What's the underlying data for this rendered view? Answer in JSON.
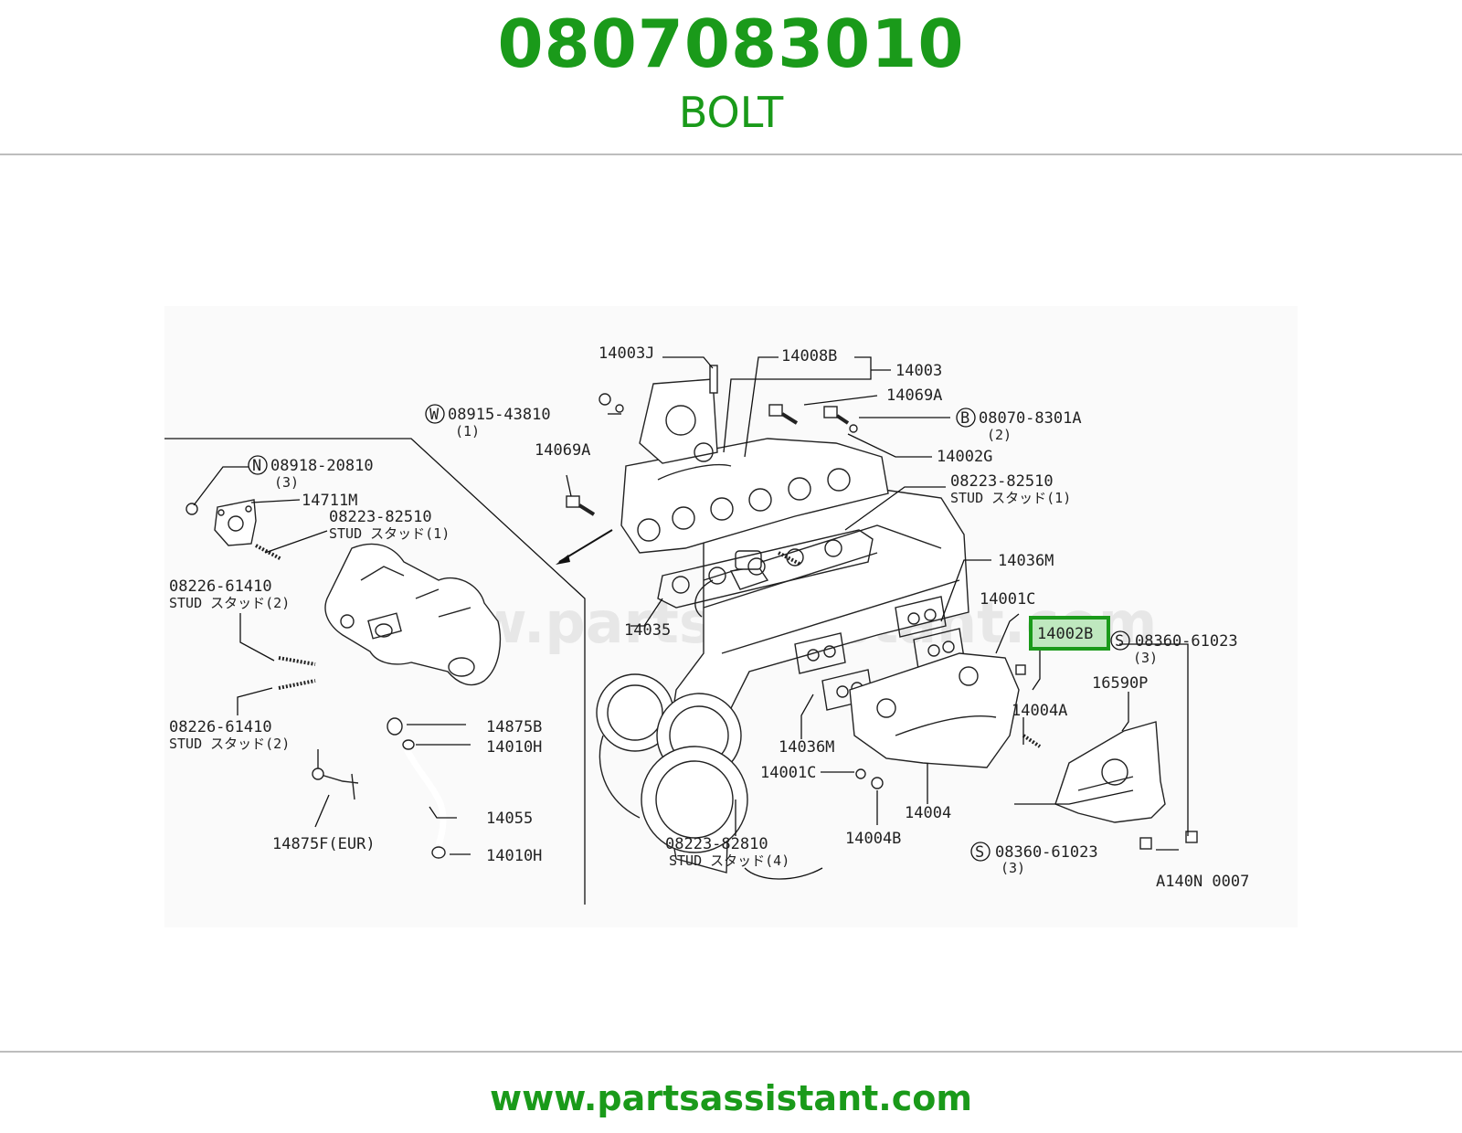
{
  "header": {
    "part_number": "0807083010",
    "part_name": "BOLT"
  },
  "footer": {
    "website": "www.partsassistant.com"
  },
  "diagram": {
    "watermark": "www.partsassistant.com",
    "diagram_code": "A140N 0007",
    "highlighted_label": "14002B",
    "highlight_color": "#1a9a1a",
    "labels": {
      "l14003J": "14003J",
      "l14008B": "14008B",
      "l14003": "14003",
      "l14069A_top": "14069A",
      "w_code": "W",
      "w_part": "08915-43810",
      "w_qty": "(1)",
      "b_code": "B",
      "b_part": "08070-8301A",
      "b_qty": "(2)",
      "l14069A_left": "14069A",
      "l14002G": "14002G",
      "n_code": "N",
      "n_part": "08918-20810",
      "n_qty": "(3)",
      "l14711M": "14711M",
      "stud1_left_no": "08223-82510",
      "stud1_left_txt": "STUD スタッド(1)",
      "stud1_right_no": "08223-82510",
      "stud1_right_txt": "STUD スタッド(1)",
      "l14036M_top": "14036M",
      "stud2_a_no": "08226-61410",
      "stud2_a_txt": "STUD スタッド(2)",
      "l14001C_top": "14001C",
      "l14035": "14035",
      "l14002B": "14002B",
      "s_code_1": "S",
      "s_part_1": "08360-61023",
      "s_qty_1": "(3)",
      "l16590P": "16590P",
      "l14004A": "14004A",
      "stud2_b_no": "08226-61410",
      "stud2_b_txt": "STUD スタッド(2)",
      "l14875B": "14875B",
      "l14010H_top": "14010H",
      "l14036M_bot": "14036M",
      "l14001C_bot": "14001C",
      "l14055": "14055",
      "l14004": "14004",
      "l14875F": "14875F(EUR)",
      "l14010H_bot": "14010H",
      "stud4_no": "08223-82810",
      "stud4_txt": "STUD スタッド(4)",
      "l14004B": "14004B",
      "s_code_2": "S",
      "s_part_2": "08360-61023",
      "s_qty_2": "(3)"
    }
  }
}
